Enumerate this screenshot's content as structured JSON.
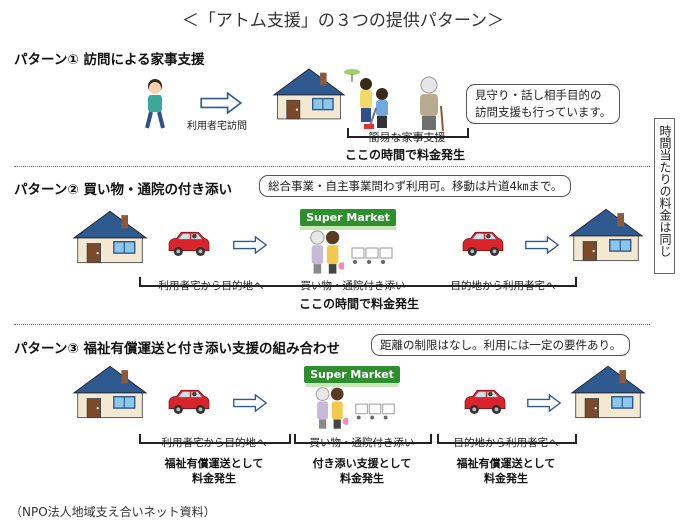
{
  "title": "＜「アトム支援」の３つの提供パターン＞",
  "pattern1": {
    "heading": "パターン① 訪問による家事支援",
    "visit_label": "利用者宅訪問",
    "callout_line1": "見守り・話し相手目的の",
    "callout_line2": "訪問支援も行っています。",
    "simple_label": "簡易な家事支援",
    "fee": "ここの時間で料金発生"
  },
  "side_note": "時間当たりの料金は同じ",
  "pattern2": {
    "heading": "パターン② 買い物・通院の付き添い",
    "callout": "総合事業・自主事業問わず利用可。移動は片道4㎞まで。",
    "market_sign": "Super Market",
    "labels": [
      "利用者宅から目的地へ",
      "買い物・通院付き添い",
      "目的地から利用者宅へ"
    ],
    "fee": "ここの時間で料金発生"
  },
  "pattern3": {
    "heading": "パターン③ 福祉有償運送と付き添い支援の組み合わせ",
    "callout": "距離の制限はなし。利用には一定の要件あり。",
    "market_sign": "Super Market",
    "labels": [
      "利用者宅から目的地へ",
      "買い物・通院付き添い",
      "目的地から利用者宅へ"
    ],
    "fees": [
      {
        "line1": "福祉有償運送として",
        "line2": "料金発生"
      },
      {
        "line1": "付き添い支援として",
        "line2": "料金発生"
      },
      {
        "line1": "福祉有償運送として",
        "line2": "料金発生"
      }
    ]
  },
  "footer": "（NPO法人地域支え合いネット資料）",
  "colors": {
    "house_roof": "#2f5a8f",
    "house_wall": "#f3e9d2",
    "car": "#d9242b",
    "market_green": "#2f8f2e"
  }
}
